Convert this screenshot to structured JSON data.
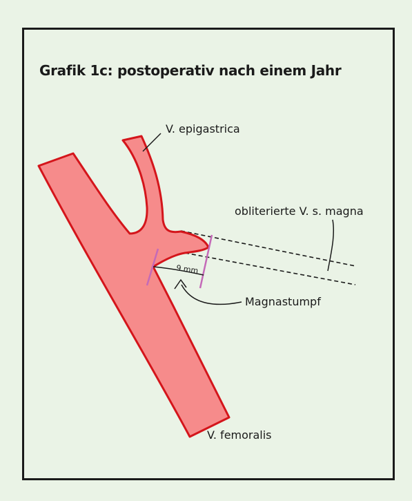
{
  "figure": {
    "title": "Grafik 1c: postoperativ nach einem Jahr",
    "labels": {
      "epigastrica": "V. epigastrica",
      "magna": "obliterierte V. s. magna",
      "stump": "Magnastumpf",
      "femoralis": "V. femoralis",
      "measure": "9 mm"
    }
  },
  "colors": {
    "vein_fill": "#f68b8b",
    "vein_stroke": "#d4151b",
    "marker": "#c46ab8",
    "line": "#1a1a1a",
    "background": "#eaf3e6"
  }
}
